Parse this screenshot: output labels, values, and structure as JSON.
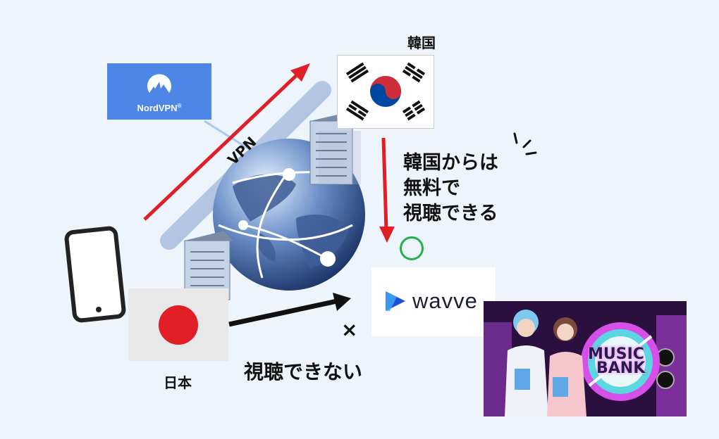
{
  "labels": {
    "korea": "韓国",
    "japan": "日本",
    "vpn": "VPN",
    "free_line1": "韓国からは",
    "free_line2": "無料で",
    "free_line3": "視聴できる",
    "cannot_watch": "視聴できない",
    "ok_mark": "○",
    "ng_mark": "×"
  },
  "nordvpn": {
    "name": "NordVPN",
    "registered": "®"
  },
  "wavve": {
    "name": "wavve"
  },
  "music_bank": {
    "logo_line1": "MUSIC",
    "logo_line2": "BANK"
  },
  "colors": {
    "red_arrow": "#e01e26",
    "black_arrow": "#111111",
    "nord_blue": "#4d86e6",
    "wavve_blue": "#1f4fd6",
    "ok_green": "#22b04a",
    "japan_red": "#e01e26"
  }
}
